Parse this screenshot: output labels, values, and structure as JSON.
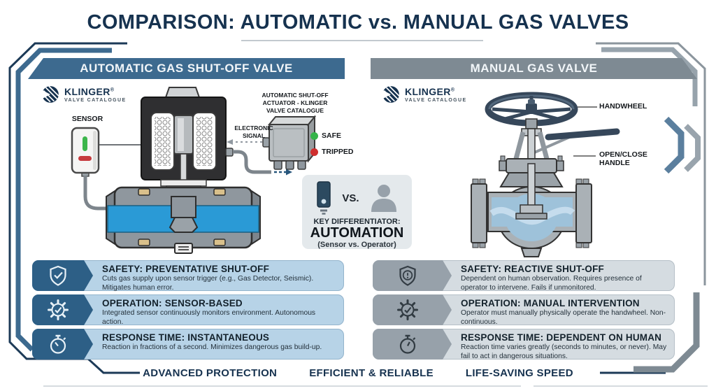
{
  "title": "COMPARISON: AUTOMATIC vs. MANUAL GAS VALVES",
  "brand": {
    "name": "KLINGER",
    "registered": "®",
    "subtitle": "VALVE CATALOGUE"
  },
  "left_panel": {
    "header": "AUTOMATIC GAS SHUT-OFF VALVE",
    "sensor_label": "SENSOR",
    "signal_label_line1": "ELECTRONIC",
    "signal_label_line2": "SIGNAL",
    "actuator_label_line1": "AUTOMATIC SHUT-OFF",
    "actuator_label_line2": "ACTUATOR - KLINGER",
    "actuator_label_line3": "VALVE CATALOGUE",
    "status_safe": "SAFE",
    "status_tripped": "TRIPPED",
    "rows": [
      {
        "icon": "shield-check-icon",
        "title": "SAFETY: PREVENTATIVE SHUT-OFF",
        "body": "Cuts gas supply upon sensor trigger (e.g., Gas Detector, Seismic). Mitigates human error."
      },
      {
        "icon": "gear-check-icon",
        "title": "OPERATION: SENSOR-BASED",
        "body": "Integrated sensor continuously monitors environment. Autonomous action."
      },
      {
        "icon": "stopwatch-icon",
        "title": "RESPONSE TIME: INSTANTANEOUS",
        "body": "Reaction in fractions of a second. Minimizes dangerous gas build-up."
      }
    ]
  },
  "right_panel": {
    "header": "MANUAL GAS VALVE",
    "handwheel_label": "HANDWHEEL",
    "handle_label_line1": "OPEN/CLOSE",
    "handle_label_line2": "HANDLE",
    "rows": [
      {
        "icon": "shield-alert-icon",
        "title": "SAFETY: REACTIVE SHUT-OFF",
        "body": "Dependent on human observation. Requires presence of operator to intervene. Fails if unmonitored."
      },
      {
        "icon": "gear-check-icon",
        "title": "OPERATION: MANUAL INTERVENTION",
        "body": "Operator must manually physically operate the handwheel. Non-continuous."
      },
      {
        "icon": "stopwatch-icon",
        "title": "RESPONSE TIME: DEPENDENT ON HUMAN",
        "body": "Reaction time varies greatly (seconds to minutes, or never). May fail to act in dangerous situations."
      }
    ]
  },
  "center_badge": {
    "vs": "VS.",
    "key_label": "KEY DIFFERENTIATOR:",
    "key_value": "AUTOMATION",
    "key_note": "(Sensor vs. Operator)"
  },
  "footer": {
    "items": [
      "ADVANCED PROTECTION",
      "EFFICIENT & RELIABLE",
      "LIFE-SAVING SPEED"
    ]
  },
  "colors": {
    "navy": "#16324f",
    "steel_blue": "#3d6a8f",
    "banner_gray": "#7e8a93",
    "row_blue": "#b7d3e7",
    "row_gray": "#d5dce1",
    "tab_blue": "#2d5f86",
    "tab_gray": "#97a1aa",
    "safe_green": "#35b44a",
    "tripped_red": "#cf2e2e",
    "valve_blue": "#2a9ad6"
  }
}
